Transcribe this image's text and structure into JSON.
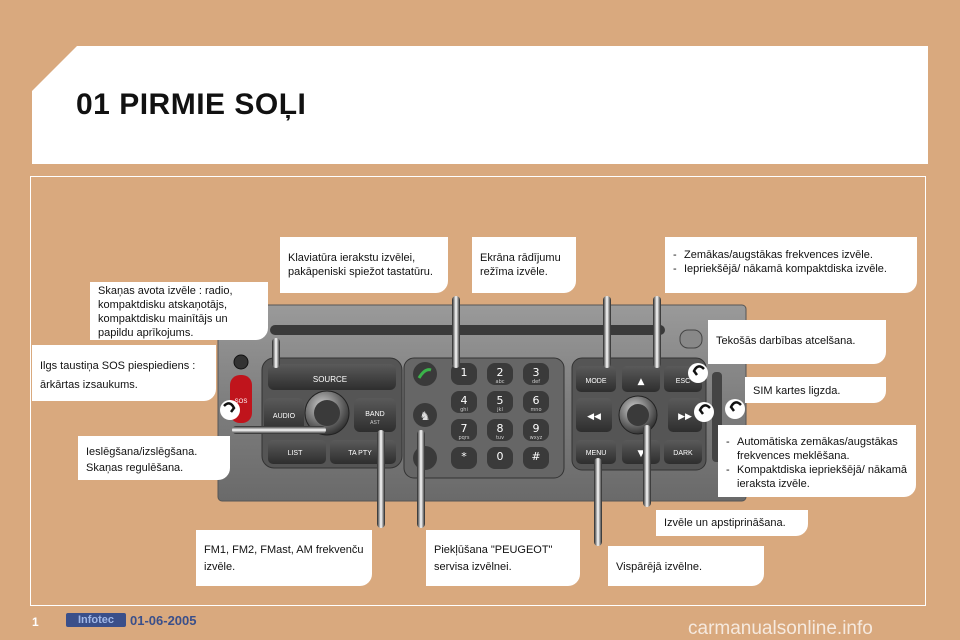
{
  "page": {
    "title": "01 PIRMIE SOĻI",
    "page_number": "1",
    "footer_logo": "Infotec",
    "footer_date": "01-06-2005",
    "watermark": "carmanualsonline.info"
  },
  "callouts": {
    "klaviatura": "Klaviatūra ierakstu izvēlei, pakāpeniski spiežot tastatūru.",
    "ekrana": "Ekrāna rādījumu režīma izvēle.",
    "freq_items": [
      "Zemākas/augstākas frekvences izvēle.",
      "Iepriekšējā/ nākamā kompaktdiska izvēle."
    ],
    "skanas_avots": "Skaņas avota izvēle : radio, kompaktdisku atskaņotājs, kompaktdisku mainītājs un papildu aprīkojums.",
    "sos": "Ilgs taustiņa SOS piespiediens : ārkārtas izsaukums.",
    "atcelsana": "Tekošās darbības atcelšana.",
    "sim": "SIM kartes ligzda.",
    "ieslegsana": "Ieslēgšana/izslēgšana. Skaņas regulēšana.",
    "auto_items": [
      "Automātiska zemākas/augstākas frekvences meklēšana.",
      "Kompaktdiska iepriekšējā/ nākamā ieraksta izvēle."
    ],
    "izvele": "Izvēle un apstiprināšana.",
    "fm": "FM1, FM2, FMast, AM frekvenču izvēle.",
    "peugeot": "Piekļūšana \"PEUGEOT\" servisa izvēlnei.",
    "visparejaa": "Vispārējā izvēlne."
  },
  "device": {
    "buttons": {
      "source": "SOURCE",
      "audio": "AUDIO",
      "band": "BAND",
      "band_sub": "AST",
      "list": "LIST",
      "ta_pty": "TA PTY",
      "mode": "MODE",
      "esc": "ESC",
      "menu": "MENU",
      "dark": "DARK",
      "sos": "SOS"
    },
    "keypad": [
      {
        "num": "1",
        "sub": ""
      },
      {
        "num": "2",
        "sub": "abc"
      },
      {
        "num": "3",
        "sub": "def"
      },
      {
        "num": "4",
        "sub": "ghi"
      },
      {
        "num": "5",
        "sub": "jkl"
      },
      {
        "num": "6",
        "sub": "mno"
      },
      {
        "num": "7",
        "sub": "pqrs"
      },
      {
        "num": "8",
        "sub": "tuv"
      },
      {
        "num": "9",
        "sub": "wxyz"
      },
      {
        "num": "*",
        "sub": ""
      },
      {
        "num": "0",
        "sub": ""
      },
      {
        "num": "#",
        "sub": ""
      }
    ]
  }
}
